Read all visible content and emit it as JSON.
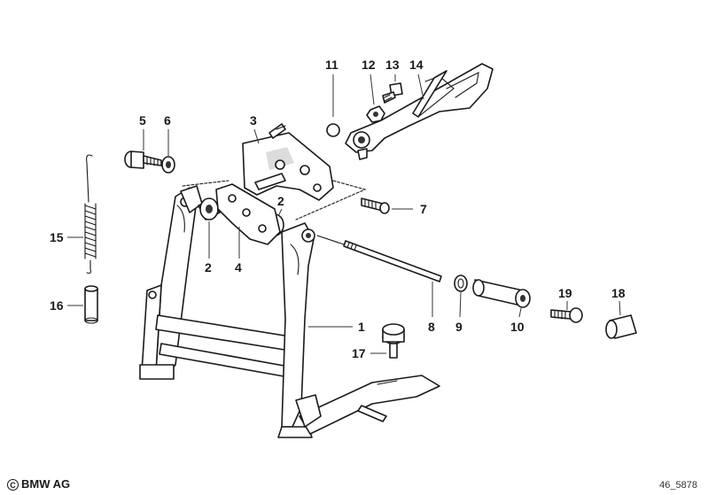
{
  "callouts": [
    {
      "id": "11",
      "label": "11"
    },
    {
      "id": "12",
      "label": "12"
    },
    {
      "id": "13",
      "label": "13"
    },
    {
      "id": "14",
      "label": "14"
    },
    {
      "id": "5",
      "label": "5"
    },
    {
      "id": "6",
      "label": "6"
    },
    {
      "id": "3",
      "label": "3"
    },
    {
      "id": "7",
      "label": "7"
    },
    {
      "id": "2a",
      "label": "2"
    },
    {
      "id": "2b",
      "label": "2"
    },
    {
      "id": "15",
      "label": "15"
    },
    {
      "id": "4",
      "label": "4"
    },
    {
      "id": "16",
      "label": "16"
    },
    {
      "id": "1",
      "label": "1"
    },
    {
      "id": "8",
      "label": "8"
    },
    {
      "id": "9",
      "label": "9"
    },
    {
      "id": "10",
      "label": "10"
    },
    {
      "id": "19",
      "label": "19"
    },
    {
      "id": "18",
      "label": "18"
    },
    {
      "id": "17",
      "label": "17"
    }
  ],
  "footer": {
    "copyright_symbol": "C",
    "copyright": "BMW AG",
    "diagram_code": "46_5878"
  }
}
